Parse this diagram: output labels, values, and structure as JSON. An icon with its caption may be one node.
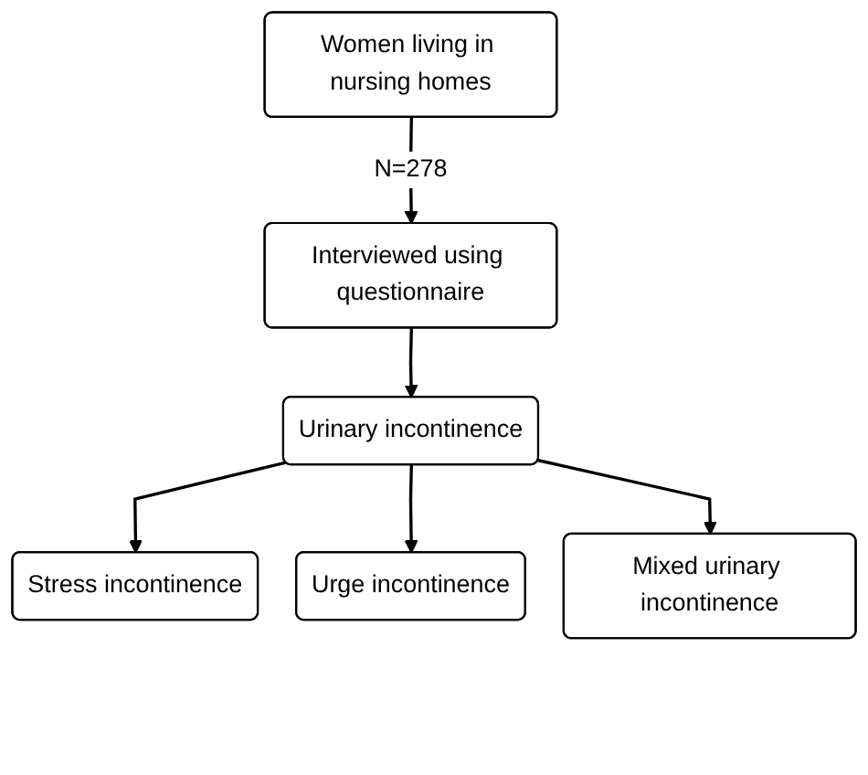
{
  "diagram": {
    "nodes": [
      {
        "text": [
          "Women living in nursing homes"
        ]
      },
      {
        "text": [
          "Interviewed using questionnaire"
        ]
      },
      {
        "text": [
          "Urinary incontinence"
        ]
      },
      {
        "text": [
          "Stress incontinence"
        ]
      },
      {
        "text": [
          "Urge incontinence"
        ]
      },
      {
        "text": [
          "Mixed urinary incontinence"
        ]
      }
    ],
    "edges": [
      {
        "from": 0,
        "to": 1,
        "arrow": "to",
        "label": "N=278"
      },
      {
        "from": 1,
        "to": 2,
        "arrow": "to"
      },
      {
        "from": 2,
        "to": 3,
        "arrow": "to"
      },
      {
        "from": 2,
        "to": 4,
        "arrow": "to"
      },
      {
        "from": 2,
        "to": 5,
        "arrow": "to"
      }
    ]
  }
}
